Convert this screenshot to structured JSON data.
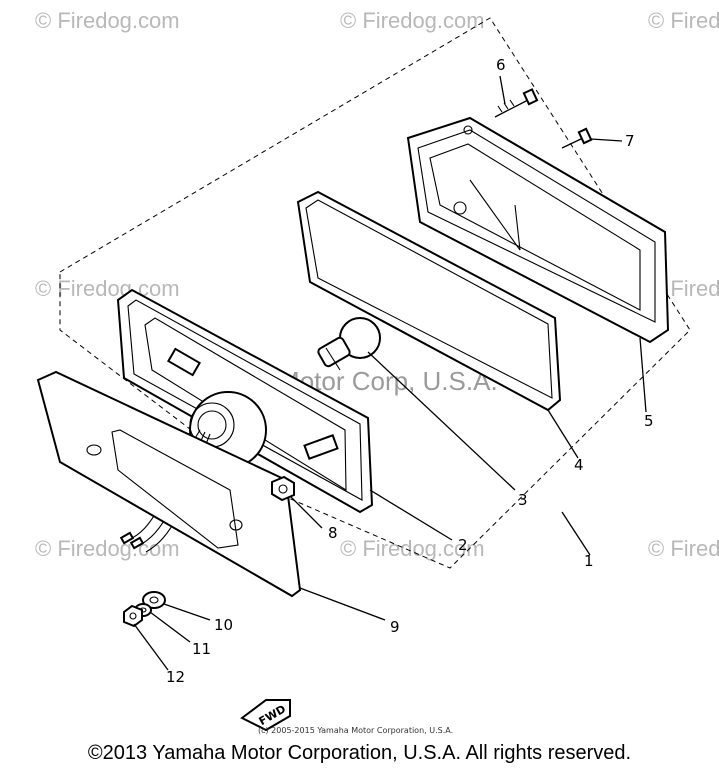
{
  "watermarks": {
    "corner_text": "© Firedog.com",
    "main_text": "© Yamaha Motor Corp, U.S.A."
  },
  "callouts": [
    "1",
    "2",
    "3",
    "4",
    "5",
    "6",
    "7",
    "8",
    "9",
    "10",
    "11",
    "12"
  ],
  "fwd_label": "FWD",
  "small_copyright": "(c) 2005-2015 Yamaha Motor Corporation, U.S.A.",
  "copyright": "©2013 Yamaha Motor Corporation, U.S.A. All rights reserved."
}
